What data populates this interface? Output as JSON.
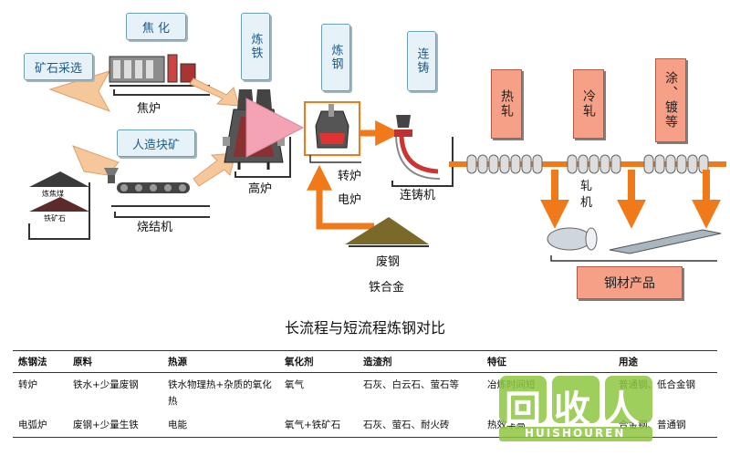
{
  "diagram": {
    "labels": {
      "ore_selection": "矿石采选",
      "coking": "焦 化",
      "coke_oven": "焦炉",
      "sintering": "人造块矿",
      "sinter_machine": "烧结机",
      "coal_pile": "炼焦煤",
      "ore_pile": "铁矿石",
      "ironmaking": "炼铁",
      "blast_furnace": "高炉",
      "steelmaking": "炼钢",
      "converter": "转炉",
      "electric_furnace": "电炉",
      "casting": "连铸",
      "caster": "连铸机",
      "scrap": "废钢",
      "ferroalloy": "铁合金",
      "hot_rolling": "热轧",
      "cold_rolling": "冷轧",
      "coating": "涂、镀等",
      "rolling_mill": "轧机",
      "products": "钢材产品"
    },
    "colors": {
      "blue_box": "#e6f2f7",
      "red_box": "#f6a187",
      "orange_arrow": "#f07a1a",
      "pink_arrow": "#f4a3b4"
    }
  },
  "table": {
    "title": "长流程与短流程炼钢对比",
    "headers": [
      "炼钢法",
      "原料",
      "热源",
      "氧化剂",
      "造渣剂",
      "特征",
      "用途"
    ],
    "rows": [
      [
        "转炉",
        "铁水+少量废钢",
        "铁水物理热+杂质的氧化热",
        "氧气",
        "石灰、白云石、萤石等",
        "冶炼时间短",
        "普通钢、低合金钢"
      ],
      [
        "电弧炉",
        "废钢+少量生铁",
        "电能",
        "氧气+铁矿石",
        "石灰、萤石、耐火砖",
        "热效率高",
        "合金钢、普通钢"
      ]
    ]
  },
  "watermark": {
    "logo_text": "回收人",
    "sub_text": "HUISHOUREN"
  }
}
